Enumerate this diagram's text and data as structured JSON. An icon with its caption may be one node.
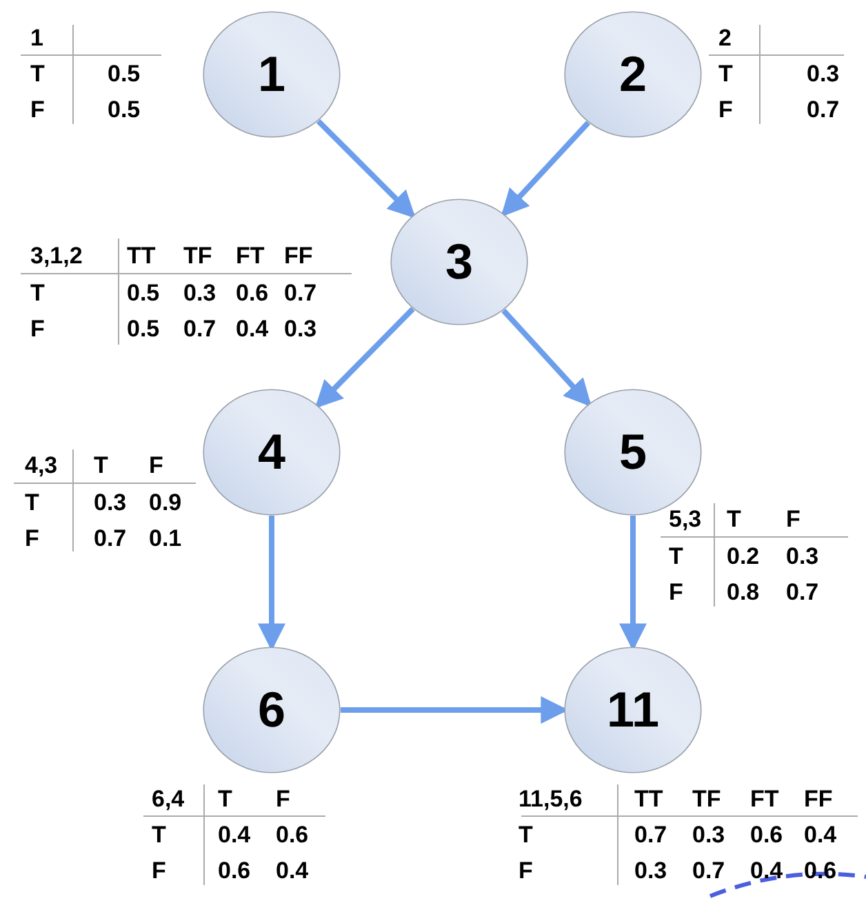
{
  "diagram": {
    "nodes": [
      {
        "text": [
          "1"
        ]
      },
      {
        "text": [
          "2"
        ]
      },
      {
        "text": [
          "3"
        ]
      },
      {
        "text": [
          "4"
        ]
      },
      {
        "text": [
          "5"
        ]
      },
      {
        "text": [
          "6"
        ]
      },
      {
        "text": [
          "11"
        ]
      }
    ],
    "edges": [
      {
        "from": 0,
        "to": 2,
        "arrow": "to"
      },
      {
        "from": 1,
        "to": 2,
        "arrow": "to"
      },
      {
        "from": 2,
        "to": 3,
        "arrow": "to"
      },
      {
        "from": 2,
        "to": 4,
        "arrow": "to"
      },
      {
        "from": 3,
        "to": 5,
        "arrow": "to"
      },
      {
        "from": 4,
        "to": 6,
        "arrow": "to"
      },
      {
        "from": 5,
        "to": 6,
        "arrow": "to"
      }
    ],
    "labels": [
      "1",
      "T",
      "0.5",
      "F",
      "0.5",
      "2",
      "T",
      "0.3",
      "F",
      "0.7",
      "3,1,2",
      "TT",
      "TF",
      "FT",
      "FF",
      "T",
      "0.5",
      "0.3",
      "0.6",
      "0.7",
      "F",
      "0.5",
      "0.7",
      "0.4",
      "0.3",
      "4,3",
      "T",
      "F",
      "T",
      "0.3",
      "0.9",
      "F",
      "0.7",
      "0.1",
      "5,3",
      "T",
      "F",
      "T",
      "0.2",
      "0.3",
      "F",
      "0.8",
      "0.7",
      "6,4",
      "T",
      "F",
      "T",
      "0.4",
      "0.6",
      "F",
      "0.6",
      "0.4",
      "11,5,6",
      "TT",
      "TF",
      "FT",
      "FF",
      "T",
      "0.7",
      "0.3",
      "0.6",
      "0.4",
      "F",
      "0.3",
      "0.7",
      "0.4",
      "0.6"
    ]
  }
}
